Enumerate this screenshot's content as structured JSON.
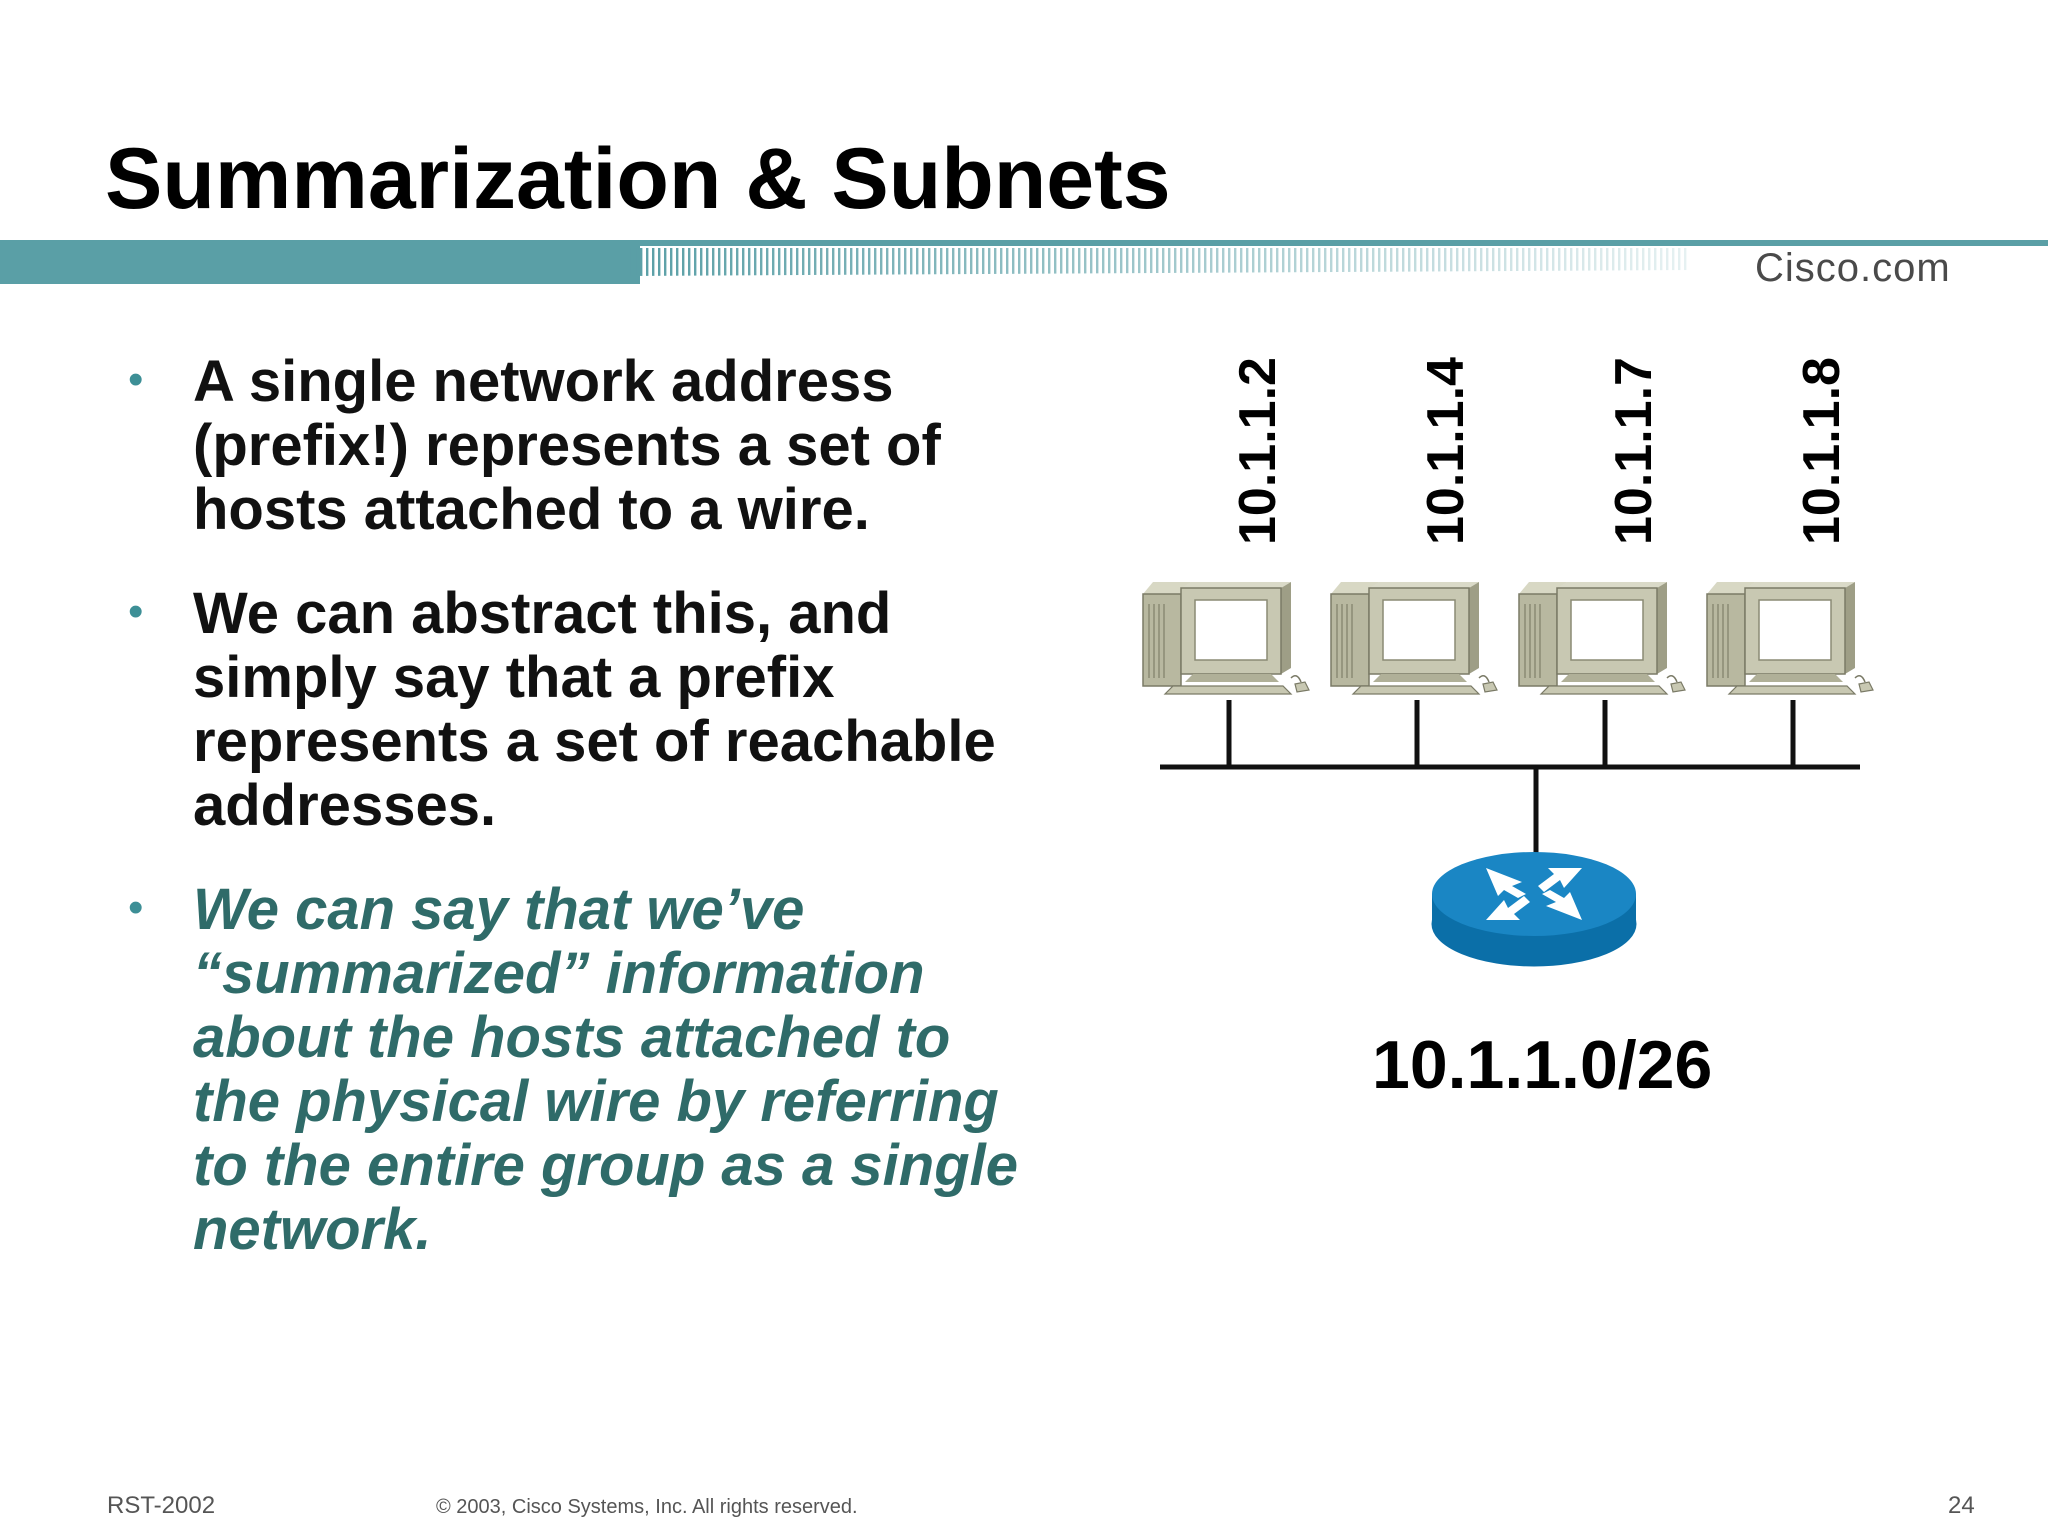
{
  "slide": {
    "title": "Summarization & Subnets",
    "brand": "Cisco.com"
  },
  "bullets": [
    {
      "text": "A single network address (prefix!) represents a set of hosts attached to a wire.",
      "emphasis": false
    },
    {
      "text": "We can abstract this, and simply say that a prefix represents a set of reachable addresses.",
      "emphasis": false
    },
    {
      "text": "We can say that we’ve “summarized” information about the hosts attached to the physical wire by referring to the entire group as a single network.",
      "emphasis": true
    }
  ],
  "diagram": {
    "hosts": [
      {
        "address": "10.1.1.2",
        "icon": "workstation-icon"
      },
      {
        "address": "10.1.1.4",
        "icon": "workstation-icon"
      },
      {
        "address": "10.1.1.7",
        "icon": "workstation-icon"
      },
      {
        "address": "10.1.1.8",
        "icon": "workstation-icon"
      }
    ],
    "router_icon": "router-icon",
    "subnet": "10.1.1.0/26"
  },
  "footer": {
    "course_code": "RST-2002",
    "copyright": "© 2003, Cisco Systems, Inc. All rights reserved.",
    "page_number": "24"
  },
  "colors": {
    "accent_teal": "#4f9aa1",
    "bullet_teal": "#3d8f96",
    "emphasis_text": "#2f6b69",
    "router_blue": "#1a86c4"
  }
}
